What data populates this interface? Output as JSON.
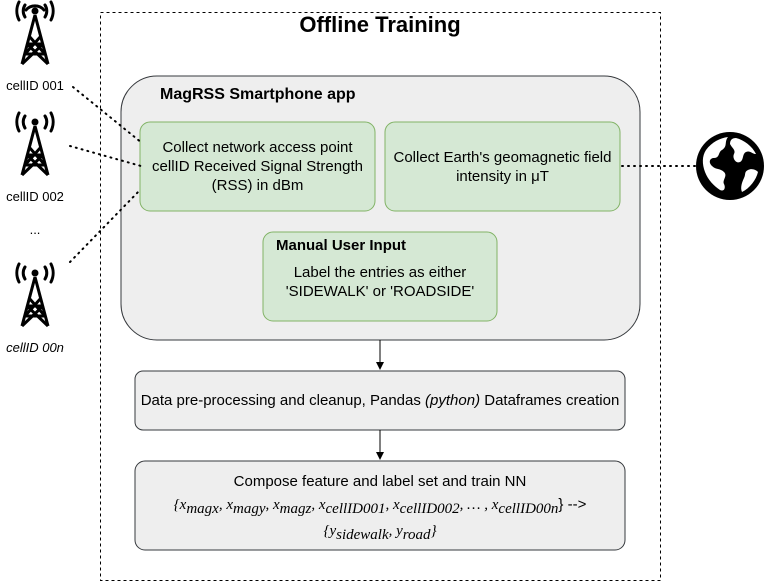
{
  "title": "Offline Training",
  "app": {
    "title": "MagRSS Smartphone app",
    "rss_box": "Collect network access point cellID Received Signal Strength (RSS) in dBm",
    "geo_box": "Collect Earth's geomagnetic field intensity in μT",
    "manual": {
      "title": "Manual User Input",
      "text": "Label the entries as either 'SIDEWALK' or 'ROADSIDE'"
    }
  },
  "preprocess": {
    "text_a": "Data pre-processing and cleanup, Pandas ",
    "text_italic": "(python)",
    "text_b": "  Dataframes creation"
  },
  "train": {
    "title": "Compose feature and label set and train NN",
    "features": {
      "open": "{",
      "x": "x",
      "sub_magx": "magx",
      "sub_magy": "magy",
      "sub_magz": "magz",
      "sub_cell1": "cellID001",
      "sub_cell2": "cellID002",
      "ellipsis": "… ,",
      "sub_celln": "cellID00n",
      "close": "} -->"
    },
    "labels": {
      "open": "{",
      "y": "y",
      "sub_side": "sidewalk",
      "sub_road": "road",
      "close": "}"
    }
  },
  "cells": {
    "cell1": "cellID 001",
    "cell2": "cellID 002",
    "dots": "...",
    "celln": "cellID 00n"
  },
  "icons": {
    "tower": "radio-tower-icon",
    "globe": "globe-icon"
  },
  "colors": {
    "green_fill": "#d5e8d4",
    "green_stroke": "#82b366",
    "gray_fill": "#eeeeee",
    "gray_stroke": "#36393d"
  }
}
